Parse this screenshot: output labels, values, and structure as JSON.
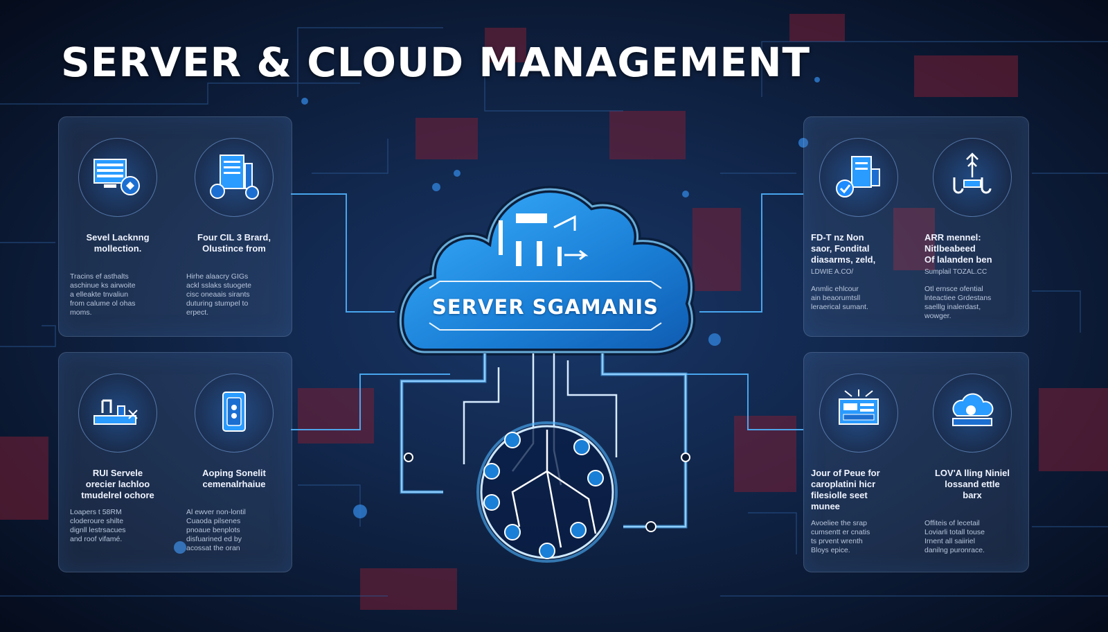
{
  "title": "SERVER & CLOUD MANAGEMENT",
  "cloud": {
    "label": "SERVER SGAMANIS"
  },
  "panels": [
    {
      "id": "top-left",
      "items": [
        {
          "icon": "server-monitor-icon",
          "heading": "Sevel Lacknng\nmollection.",
          "body": "Tracins ef asthalts\naschinue ks airwoite\na elleakte tnvaliun\nfrom calume ol ohas\nmoms."
        },
        {
          "icon": "document-server-icon",
          "heading": "Four CIL 3 Brard,\nOlustince from",
          "body": "Hirhe alaacry GIGs\nackl sslaks stuogete\ncisc oneaais sirants\nduturing stumpel to\nerpect."
        }
      ]
    },
    {
      "id": "top-right",
      "items": [
        {
          "icon": "server-check-icon",
          "heading": "FD-T nz Non\nsaor, Fondital\ndiasarms, zeld,",
          "sub": "LDWIE A.CO/",
          "body": "Anmlic ehlcour\nain beaorumtsll\nleraerical sumant."
        },
        {
          "icon": "network-antenna-icon",
          "heading": "ARR mennel:\nNitlbeabeed\nOf lalanden ben",
          "sub": "Sumplail TOZAL.CC",
          "body": "Otl ernsce ofential\nlnteactiee Grdestans\nsaelllg inalerdast,\nwowger."
        }
      ]
    },
    {
      "id": "bottom-left",
      "items": [
        {
          "icon": "rack-tools-icon",
          "heading": "RUI Servele\norecier lachloo\ntmudelrel ochore",
          "body": "Loapers t 58RM\ncloderoure shilte\ndignll lestrsacues\nand roof vifamé."
        },
        {
          "icon": "storage-drive-icon",
          "heading": "Aoping Sonelit\ncemenalrhaiue",
          "body": "Al ewver non-lontil\nCuaoda pilsenes\npnoaue benplots\ndisfuarined ed by\nacossat the oran"
        }
      ]
    },
    {
      "id": "bottom-right",
      "items": [
        {
          "icon": "console-network-icon",
          "heading": "Jour of Peue for\ncaroplatini hicr\nfilesiolle seet\nmunee",
          "body": "Avoeliee the srap\ncumsentt er cnatis\nts prvent wrenth\nBloys epice."
        },
        {
          "icon": "cloud-gear-icon",
          "heading": "LOV'A lling Niniel\nlossand ettle\nbarx",
          "body": "Offiteis of lecetail\nLoviarli totall touse\nIrnent all saiiriel\ndanilng puronrace."
        }
      ]
    }
  ],
  "colors": {
    "background": "#0b1a33",
    "accent_blue": "#1e8ee0",
    "accent_red": "#7a1f35",
    "line_glow": "#4fb4ff"
  }
}
